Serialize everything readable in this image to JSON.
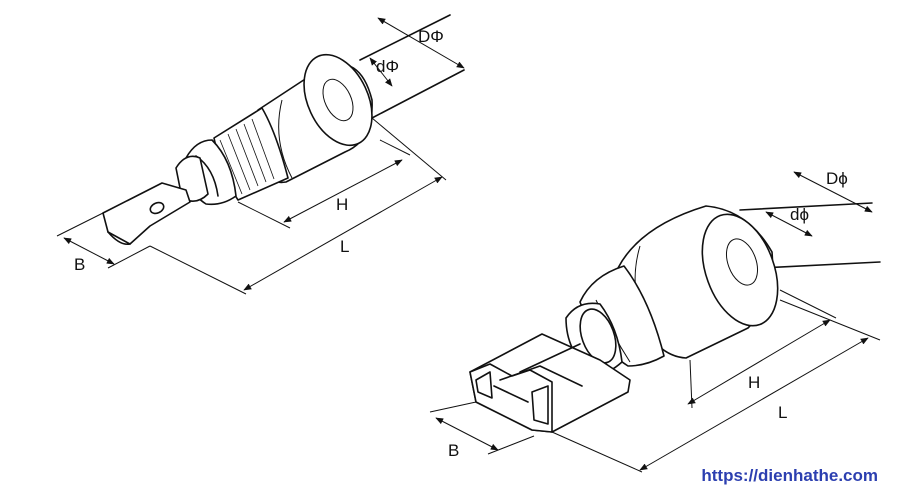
{
  "left_terminal": {
    "labels": {
      "D": "DΦ",
      "d": "dΦ",
      "H": "H",
      "L": "L",
      "B": "B"
    }
  },
  "right_terminal": {
    "labels": {
      "D": "Dϕ",
      "d": "dϕ",
      "H": "H",
      "L": "L",
      "B": "B"
    }
  },
  "watermark": "https://dienhathe.com",
  "colors": {
    "line": "#111111",
    "watermark": "#2c3fb0"
  }
}
